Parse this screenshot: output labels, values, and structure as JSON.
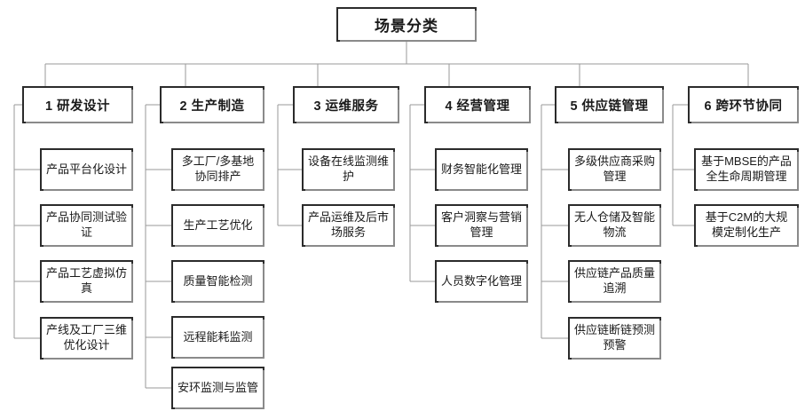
{
  "diagram": {
    "type": "organization-tree",
    "title": "场景分类",
    "orientation": "top-down-then-left-spine",
    "root": {
      "label": "场景分类"
    },
    "categories": [
      {
        "id": "cat-1",
        "label": "1 研发设计",
        "items": [
          {
            "label": "产品平台化设计"
          },
          {
            "label": "产品协同测试验证"
          },
          {
            "label": "产品工艺虚拟仿真"
          },
          {
            "label": "产线及工厂三维优化设计"
          }
        ]
      },
      {
        "id": "cat-2",
        "label": "2 生产制造",
        "items": [
          {
            "label": "多工厂/多基地协同排产"
          },
          {
            "label": "生产工艺优化"
          },
          {
            "label": "质量智能检测"
          },
          {
            "label": "远程能耗监测"
          },
          {
            "label": "安环监测与监管"
          }
        ]
      },
      {
        "id": "cat-3",
        "label": "3 运维服务",
        "items": [
          {
            "label": "设备在线监测维护"
          },
          {
            "label": "产品运维及后市场服务"
          }
        ]
      },
      {
        "id": "cat-4",
        "label": "4 经营管理",
        "items": [
          {
            "label": "财务智能化管理"
          },
          {
            "label": "客户洞察与营销管理"
          },
          {
            "label": "人员数字化管理"
          }
        ]
      },
      {
        "id": "cat-5",
        "label": "5 供应链管理",
        "items": [
          {
            "label": "多级供应商采购管理"
          },
          {
            "label": "无人仓储及智能物流"
          },
          {
            "label": "供应链产品质量追溯"
          },
          {
            "label": "供应链断链预测预警"
          }
        ]
      },
      {
        "id": "cat-6",
        "label": "6 跨环节协同",
        "items": [
          {
            "label": "基于MBSE的产品全生命周期管理"
          },
          {
            "label": "基于C2M的大规模定制化生产"
          }
        ]
      }
    ],
    "colors": {
      "background": "#ffffff",
      "box_border": "#2b2b2b",
      "box_fill": "#ffffff",
      "connector": "#9a9a9a",
      "shadow": "#8a8a8a",
      "text": "#1a1a1a"
    }
  }
}
